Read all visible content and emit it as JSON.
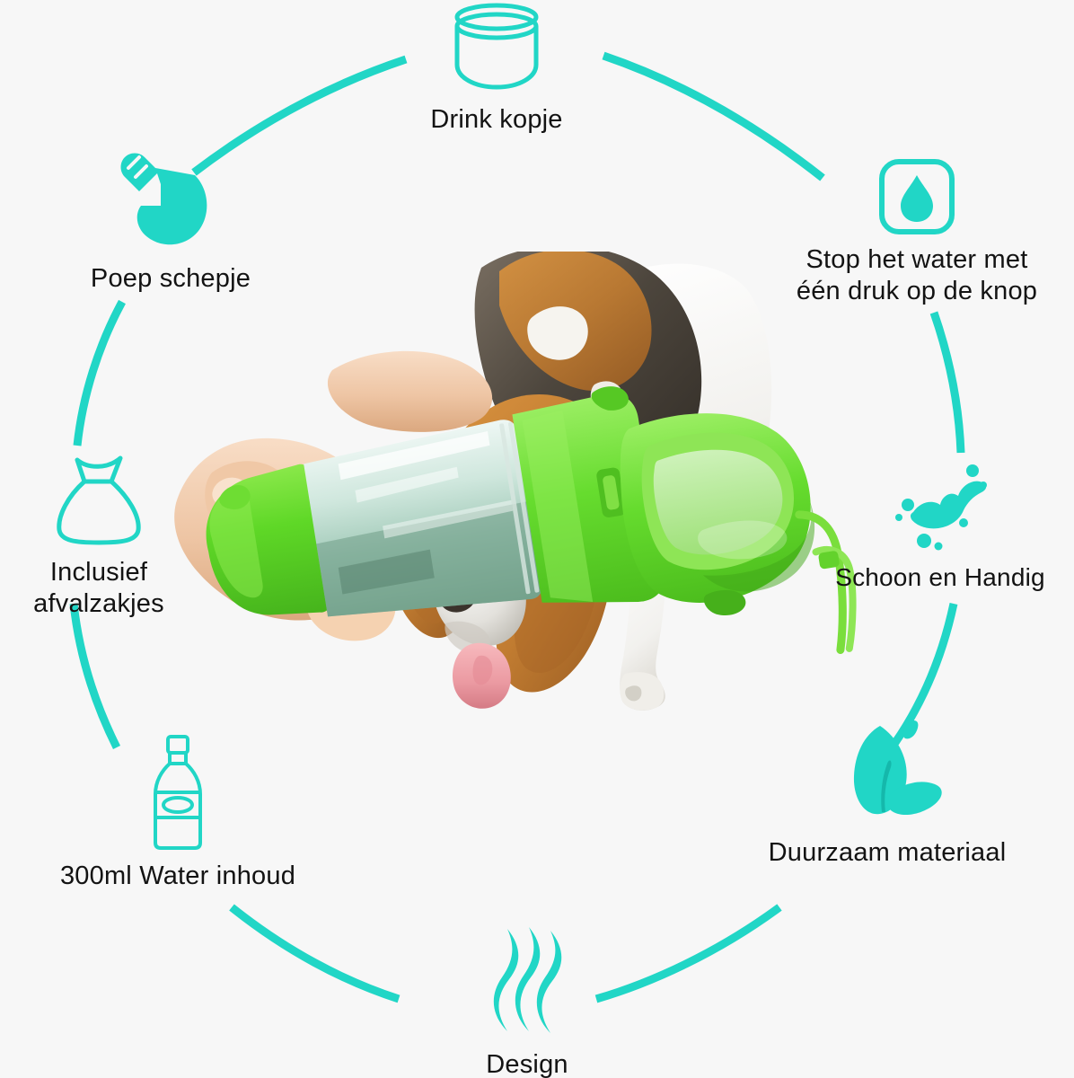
{
  "page": {
    "type": "product-feature-infographic",
    "background_color": "#f7f7f7",
    "accent_color": "#21d6c6",
    "text_color": "#131313",
    "language": "nl"
  },
  "features": [
    {
      "id": "drink-cup",
      "label": "Drink kopje",
      "icon": "cup-outline-icon",
      "icon_style": "outline",
      "position": "top-center"
    },
    {
      "id": "stop-water",
      "label": "Stop het water met\néén druk op de knop",
      "icon": "water-drop-in-rounded-square-icon",
      "icon_style": "outline-frame-filled-drop",
      "position": "top-right"
    },
    {
      "id": "clean-handy",
      "label": "Schoon en Handig",
      "icon": "water-splash-icon",
      "icon_style": "filled",
      "position": "right"
    },
    {
      "id": "durable-material",
      "label": "Duurzaam materiaal",
      "icon": "leaves-icon",
      "icon_style": "filled",
      "position": "bottom-right"
    },
    {
      "id": "design",
      "label": "Design",
      "icon": "wavy-lines-icon",
      "icon_style": "filled",
      "position": "bottom-center"
    },
    {
      "id": "water-capacity",
      "label": "300ml Water inhoud",
      "icon": "water-bottle-outline-icon",
      "icon_style": "outline",
      "position": "bottom-left"
    },
    {
      "id": "waste-bags",
      "label": "Inclusief\nafvalzakjes",
      "icon": "waste-bag-outline-icon",
      "icon_style": "outline",
      "position": "left"
    },
    {
      "id": "poop-scoop",
      "label": "Poep schepje",
      "icon": "poop-scoop-shovel-icon",
      "icon_style": "filled",
      "position": "top-left"
    }
  ],
  "center_photo": {
    "description": "Beagle dog drinking from a green portable pet water bottle held in a hand",
    "product_color": "#5ddb2b",
    "bottle_water_color": "#bfe6d6",
    "dog_breed_look": "beagle",
    "tongue_color": "#f0a0a8"
  }
}
